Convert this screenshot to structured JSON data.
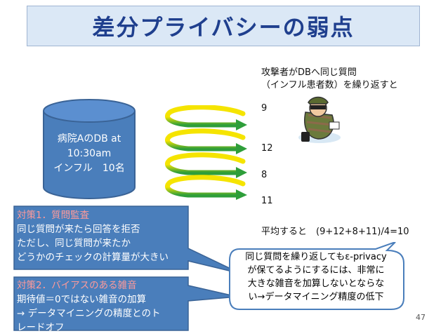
{
  "title": "差分プライバシーの弱点",
  "database": {
    "line1": "病院AのDB at",
    "line2": "10:30am",
    "line3": "インフル　10名"
  },
  "attack": {
    "intro1": "攻撃者がDBへ同じ質問",
    "intro2": "（インフル患者数）を繰り返すと",
    "results": [
      "9",
      "12",
      "8",
      "11"
    ],
    "average": "平均すると　(9+12+8+11)/4=10"
  },
  "countermeasure1": {
    "heading": "対策1．質問監査",
    "line1": "同じ質問が来たら回答を拒否",
    "line2": "ただし、同じ質問が来たか",
    "line3": "どうかのチェックの計算量が大きい"
  },
  "countermeasure2": {
    "heading": "対策2．バイアスのある雑音",
    "line1": "期待値＝0ではない雑音の加算",
    "line2": "→ データマイニングの精度とのト",
    "line3": "レードオフ"
  },
  "note": {
    "line1": "同じ質問を繰り返してもε-privacy",
    "line2": "が保てるようにするには、非常に",
    "line3": "大きな雑音を加算しないとならな",
    "line4": "い→データマイニング精度の低下"
  },
  "page_number": "47",
  "colors": {
    "title_bg": "#dbe8f6",
    "title_text": "#1f3f8e",
    "callout_blue": "#4a7ebb",
    "arrow_yellow": "#f5e400",
    "arrow_green": "#2e9e3a",
    "red_text": "#ff9a9a"
  }
}
